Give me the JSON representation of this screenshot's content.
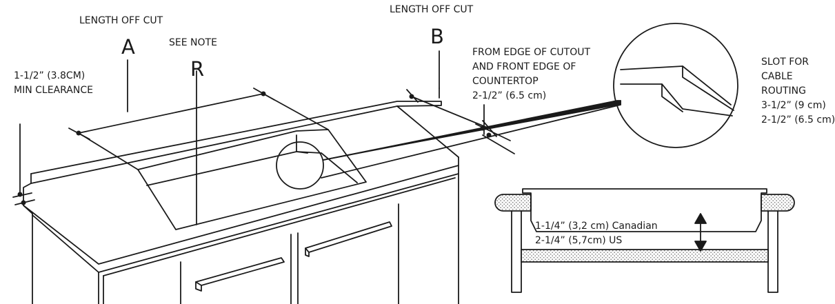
{
  "labels": {
    "length_cut_a": "LENGTH OFF CUT",
    "length_cut_b": "LENGTH OFF CUT",
    "letter_a": "A",
    "letter_b": "B",
    "letter_r": "R",
    "see_note": "SEE NOTE",
    "min_clearance": [
      "1-1/2” (3.8CM)",
      "MIN CLEARANCE"
    ],
    "front_edge": [
      "FROM EDGE OF CUTOUT",
      "AND FRONT EDGE OF",
      "COUNTERTOP",
      "2-1/2” (6.5 cm)"
    ],
    "slot": [
      "SLOT FOR",
      "CABLE",
      "ROUTING",
      "3-1/2” (9 cm)",
      "2-1/2” (6.5 cm)"
    ],
    "depth": [
      "1-1/4” (3,2 cm) Canadian",
      "2-1/4” (5,7cm) US"
    ]
  },
  "colors": {
    "line": "#1a1a1a",
    "hatch": "#9a9a9a"
  }
}
